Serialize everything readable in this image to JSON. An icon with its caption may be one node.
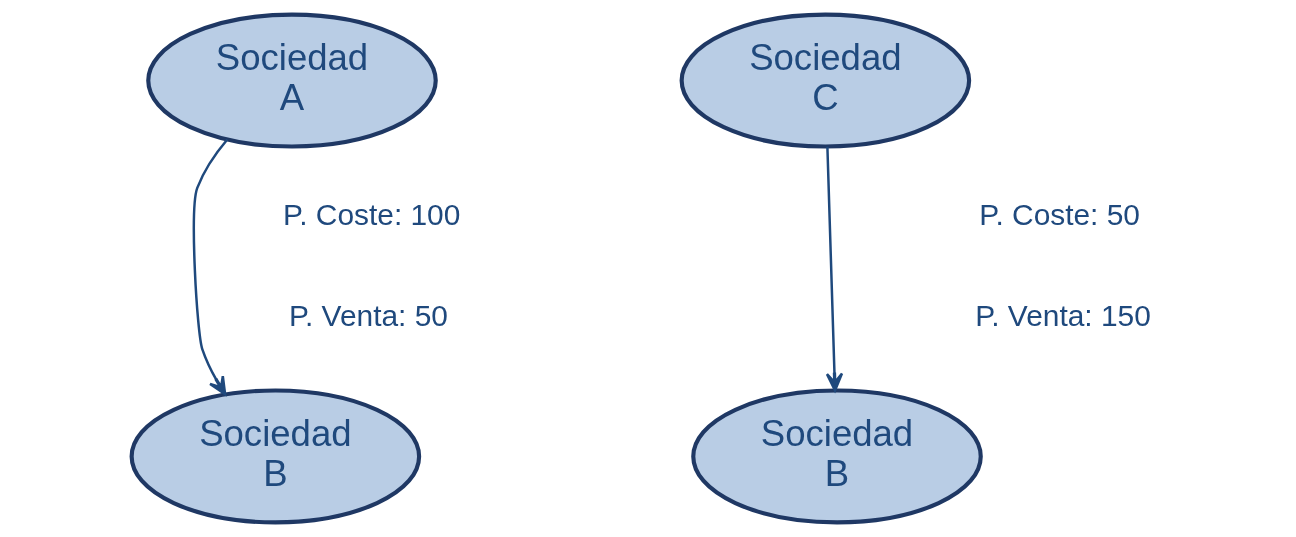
{
  "diagram": {
    "nodes": [
      {
        "text": [
          "Sociedad A"
        ]
      },
      {
        "text": [
          "Sociedad B"
        ]
      },
      {
        "text": [
          "Sociedad C"
        ]
      },
      {
        "text": [
          "Sociedad B"
        ]
      }
    ],
    "edges": [
      {
        "from": 0,
        "to": 1,
        "arrow": "to"
      },
      {
        "from": 2,
        "to": 3,
        "arrow": "to"
      }
    ],
    "labels": [
      "P. Coste: 100",
      "P. Venta: 50",
      "P. Coste: 50",
      "P. Venta: 150"
    ]
  }
}
